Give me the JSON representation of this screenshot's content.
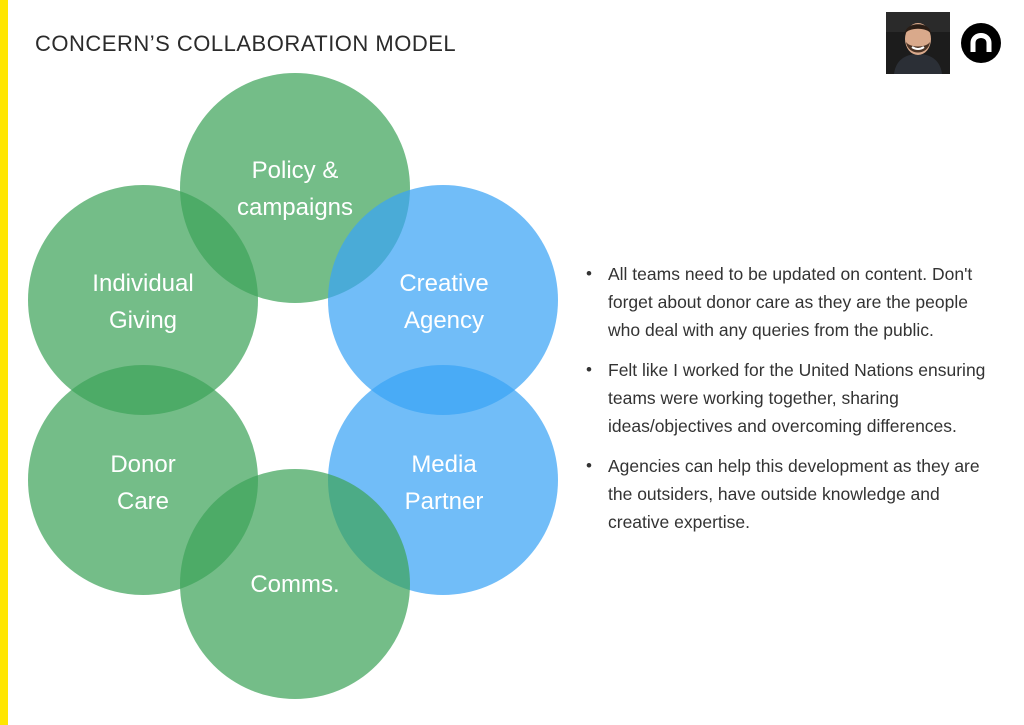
{
  "slide": {
    "title": "CONCERN’S COLLABORATION MODEL",
    "accent_color": "#ffe600"
  },
  "header": {
    "photo_icon": "presenter-portrait-icon",
    "logo_icon": "brand-logo-icon"
  },
  "diagram": {
    "colors": {
      "green": "#3fa45a",
      "blue": "#3aa4f5"
    },
    "nodes": [
      {
        "id": "policy",
        "label": "Policy &\ncampaigns",
        "color": "green"
      },
      {
        "id": "individual-giving",
        "label": "Individual\nGiving",
        "color": "green"
      },
      {
        "id": "creative-agency",
        "label": "Creative\nAgency",
        "color": "blue"
      },
      {
        "id": "donor-care",
        "label": "Donor\nCare",
        "color": "green"
      },
      {
        "id": "media-partner",
        "label": "Media\nPartner",
        "color": "blue"
      },
      {
        "id": "comms",
        "label": "Comms.",
        "color": "green"
      }
    ]
  },
  "bullets": [
    {
      "marker": "•",
      "text": "All teams need to be updated on content. Don't forget about donor care as they are the people who deal with any queries from the public."
    },
    {
      "marker": "•",
      "text": "Felt like I worked for the United Nations ensuring teams were working together, sharing ideas/objectives and overcoming differences."
    },
    {
      "marker": "•",
      "text": "Agencies can help this development as they are the outsiders, have outside knowledge and creative expertise."
    }
  ]
}
